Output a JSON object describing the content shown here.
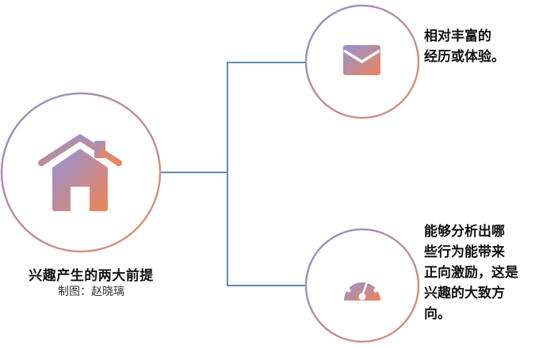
{
  "center": {
    "title": "兴趣产生的两大前提",
    "subtitle": "制图：赵晓璃",
    "icon": "house-icon"
  },
  "branches": [
    {
      "icon": "envelope-icon",
      "text": "相对丰富的经历或体验。",
      "lines": [
        "相对丰富的",
        "经历或体验。"
      ]
    },
    {
      "icon": "gauge-icon",
      "text": "能够分析出哪些行为能带来正向激励，这是兴趣的大致方向。",
      "lines": [
        "能够分析出哪",
        "些行为能带来",
        "正向激励，这是",
        "兴趣的大致方",
        "向。"
      ]
    }
  ],
  "colors": {
    "gradient_start": "#8f93dc",
    "gradient_end": "#ef8455",
    "connector": "#5b8cb4",
    "ring_start": "#8d92c8",
    "ring_end": "#e4906e"
  }
}
